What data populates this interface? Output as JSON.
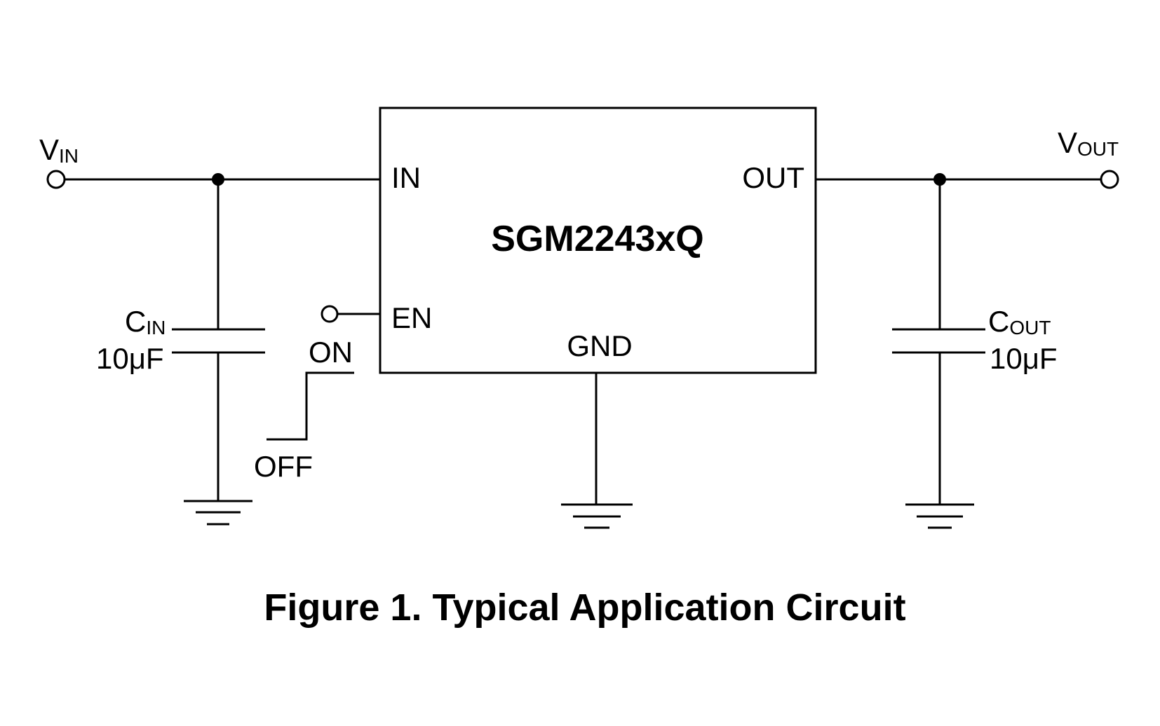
{
  "figure": {
    "caption": "Figure 1. Typical Application Circuit",
    "chip": {
      "name": "SGM2243xQ",
      "pins": {
        "in": "IN",
        "out": "OUT",
        "en": "EN",
        "gnd": "GND"
      }
    },
    "terminals": {
      "vin": {
        "main": "V",
        "sub": "IN"
      },
      "vout": {
        "main": "V",
        "sub": "OUT"
      }
    },
    "components": {
      "cin": {
        "main": "C",
        "sub": "IN",
        "value": "10μF"
      },
      "cout": {
        "main": "C",
        "sub": "OUT",
        "value": "10μF"
      }
    },
    "switch": {
      "on_label": "ON",
      "off_label": "OFF"
    }
  }
}
